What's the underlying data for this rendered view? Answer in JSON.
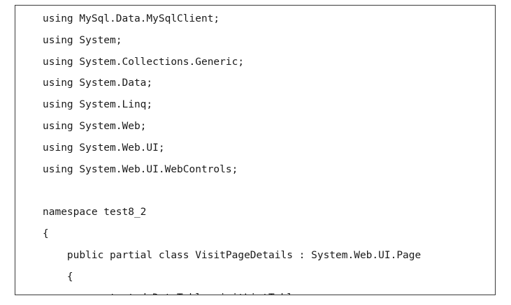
{
  "code": {
    "lines": [
      "using MySql.Data.MySqlClient;",
      "using System;",
      "using System.Collections.Generic;",
      "using System.Data;",
      "using System.Linq;",
      "using System.Web;",
      "using System.Web.UI;",
      "using System.Web.UI.WebControls;",
      "",
      "namespace test8_2",
      "{",
      "    public partial class VisitPageDetails : System.Web.UI.Page",
      "    {",
      "        protected DataTable visitListTable;"
    ]
  }
}
